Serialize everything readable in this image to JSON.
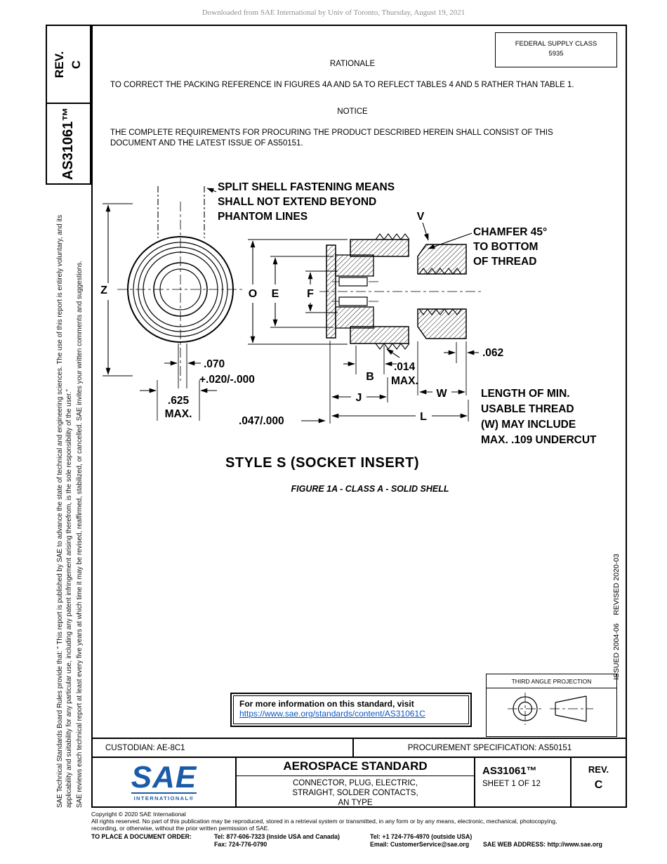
{
  "watermark": "Downloaded from SAE International by Univ of Toronto, Thursday, August 19, 2021",
  "left_bar": {
    "rev_label": "REV.",
    "rev_value": "C",
    "doc_number": "AS31061™",
    "legal_1": "SAE Technical Standards Board Rules provide that: \" This report is published by SAE to advance the state of technical and engineering sciences. The use of this report is entirely voluntary, and its applicability and suitability for any particular use, including any patent infringement arising therefrom, is the sole responsibility of the user.\"",
    "legal_2": "SAE reviews each technical report at least every five years at which time it may be revised, reaffirmed, stabilized, or cancelled. SAE invites your written comments and suggestions."
  },
  "header": {
    "federal_supply_class_label": "FEDERAL SUPPLY CLASS",
    "federal_supply_class_value": "5935"
  },
  "rationale": {
    "heading": "RATIONALE",
    "body": "TO CORRECT THE PACKING REFERENCE IN FIGURES 4A AND 5A TO REFLECT TABLES 4 AND 5 RATHER THAN TABLE 1."
  },
  "notice": {
    "heading": "NOTICE",
    "body": "THE COMPLETE REQUIREMENTS FOR PROCURING THE PRODUCT DESCRIBED HEREIN SHALL CONSIST OF THIS DOCUMENT AND THE LATEST ISSUE OF AS50151."
  },
  "figure": {
    "split_note_1": "SPLIT SHELL FASTENING MEANS",
    "split_note_2": "SHALL NOT EXTEND BEYOND",
    "split_note_3": "PHANTOM LINES",
    "chamfer_note_1": "CHAMFER 45°",
    "chamfer_note_2": "TO BOTTOM",
    "chamfer_note_3": "OF THREAD",
    "usable_note_1": "LENGTH OF MIN.",
    "usable_note_2": "USABLE THREAD",
    "usable_note_3": "(W) MAY INCLUDE",
    "usable_note_4": "MAX. .109 UNDERCUT",
    "dim_z": "Z",
    "dim_o": "O",
    "dim_e": "E",
    "dim_f": "F",
    "dim_b": "B",
    "dim_j": "J",
    "dim_w": "W",
    "dim_l": "L",
    "dim_v": "V",
    "dim_070": ".070",
    "dim_070_tol": "+.020/-.000",
    "dim_625": ".625",
    "dim_625_qual": "MAX.",
    "dim_047": ".047/.000",
    "dim_014": ".014",
    "dim_014_qual": "MAX.",
    "dim_062": ".062",
    "style_caption": "STYLE S (SOCKET INSERT)",
    "figure_caption": "FIGURE 1A - CLASS A - SOLID SHELL"
  },
  "issued_revised": "ISSUED 2004-06    REVISED 2020-03",
  "projection": {
    "label": "THIRD ANGLE PROJECTION"
  },
  "info_box": {
    "line": "For more information on this standard, visit",
    "link": "https://www.sae.org/standards/content/AS31061C"
  },
  "custodian_row": {
    "custodian": "CUSTODIAN: AE-8C1",
    "procurement": "PROCUREMENT SPECIFICATION: AS50151"
  },
  "title_block": {
    "logo_text": "SAE",
    "logo_sub": "INTERNATIONAL®",
    "standard_type": "AEROSPACE STANDARD",
    "title_line_1": "CONNECTOR, PLUG, ELECTRIC,",
    "title_line_2": "STRAIGHT, SOLDER CONTACTS,",
    "title_line_3": "AN TYPE",
    "doc_number": "AS31061™",
    "sheet": "SHEET 1 OF 12",
    "rev_label": "REV.",
    "rev_value": "C"
  },
  "footer": {
    "copyright": "Copyright © 2020 SAE International",
    "rights_1": "All rights reserved. No part of this publication may be reproduced, stored in a retrieval system or transmitted, in any form or by any means, electronic, mechanical, photocopying,",
    "rights_2": "recording, or otherwise, without the prior written permission of SAE.",
    "order_label": "TO PLACE A DOCUMENT ORDER:",
    "tel_inside": "Tel: 877-606-7323 (inside USA and Canada)",
    "tel_outside": "Tel: +1 724-776-4970 (outside USA)",
    "fax": "Fax: 724-776-0790",
    "email": "Email: CustomerService@sae.org",
    "web": "SAE WEB ADDRESS: http://www.sae.org"
  },
  "colors": {
    "link_blue": "#0b56c4",
    "sae_blue": "#1c5ba8"
  }
}
